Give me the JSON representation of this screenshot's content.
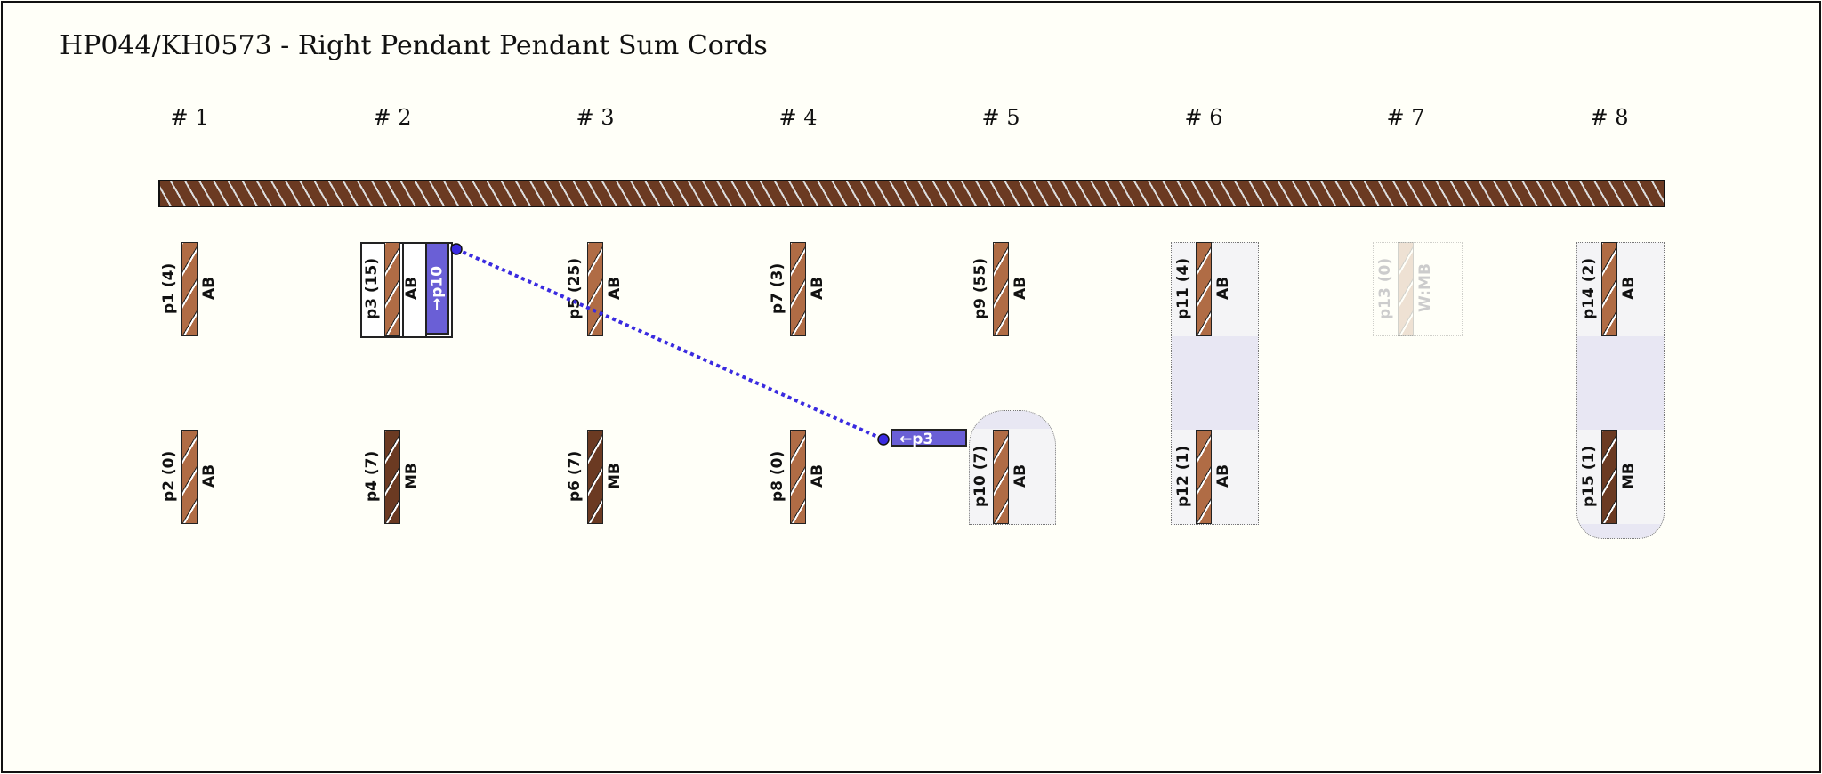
{
  "title": "HP044/KH0573 - Right Pendant Pendant Sum Cords",
  "groups": [
    "# 1",
    "# 2",
    "# 3",
    "# 4",
    "# 5",
    "# 6",
    "# 7",
    "# 8"
  ],
  "cords": [
    {
      "name": "p1 (4)",
      "color": "AB",
      "group": 0,
      "row": 0
    },
    {
      "name": "p2 (0)",
      "color": "AB",
      "group": 0,
      "row": 1
    },
    {
      "name": "p3 (15)",
      "color": "AB",
      "group": 1,
      "row": 0
    },
    {
      "name": "p4 (7)",
      "color": "MB",
      "group": 1,
      "row": 1
    },
    {
      "name": "p5 (25)",
      "color": "AB",
      "group": 2,
      "row": 0
    },
    {
      "name": "p6 (7)",
      "color": "MB",
      "group": 2,
      "row": 1
    },
    {
      "name": "p7 (3)",
      "color": "AB",
      "group": 3,
      "row": 0
    },
    {
      "name": "p8 (0)",
      "color": "AB",
      "group": 3,
      "row": 1
    },
    {
      "name": "p9 (55)",
      "color": "AB",
      "group": 4,
      "row": 0
    },
    {
      "name": "p10 (7)",
      "color": "AB",
      "group": 4,
      "row": 1
    },
    {
      "name": "p11 (4)",
      "color": "AB",
      "group": 5,
      "row": 0
    },
    {
      "name": "p12 (1)",
      "color": "AB",
      "group": 5,
      "row": 1
    },
    {
      "name": "p13 (0)",
      "color": "W:MB",
      "group": 6,
      "row": 0,
      "faded": true
    },
    {
      "name": "p14 (2)",
      "color": "AB",
      "group": 7,
      "row": 0
    },
    {
      "name": "p15 (1)",
      "color": "MB",
      "group": 7,
      "row": 1
    }
  ],
  "links": {
    "p3_to": "→p10",
    "p10_from": "←p3"
  },
  "colors": {
    "link": "#6a5fd6",
    "line": "#3a2be0",
    "AB": "#b06c45",
    "MB": "#6b3a22"
  }
}
